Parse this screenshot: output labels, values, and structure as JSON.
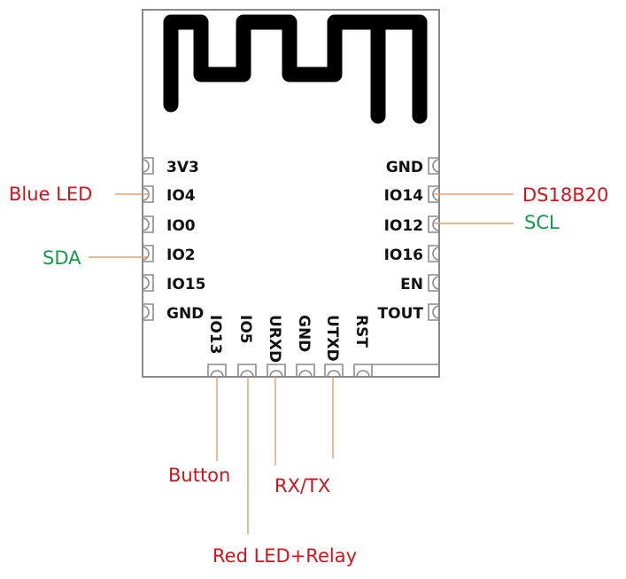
{
  "title": "ESP8266 module pinout",
  "colors": {
    "red_label": "#d0141e",
    "green_label": "#119a48",
    "leader_line": "#e0a070",
    "outline": "#8a8a8a",
    "antenna": "#000000"
  },
  "left_pins": [
    "3V3",
    "IO4",
    "IO0",
    "IO2",
    "IO15",
    "GND"
  ],
  "right_pins": [
    "GND",
    "IO14",
    "IO12",
    "IO16",
    "EN",
    "TOUT"
  ],
  "bottom_pins": [
    "IO13",
    "IO5",
    "URXD",
    "GND",
    "UTXD",
    "RST"
  ],
  "annotations": {
    "blue_led": "Blue LED",
    "sda": "SDA",
    "ds18b20": "DS18B20",
    "scl": "SCL",
    "button": "Button",
    "rx_tx": "RX/TX",
    "red_led_relay": "Red LED+Relay"
  }
}
